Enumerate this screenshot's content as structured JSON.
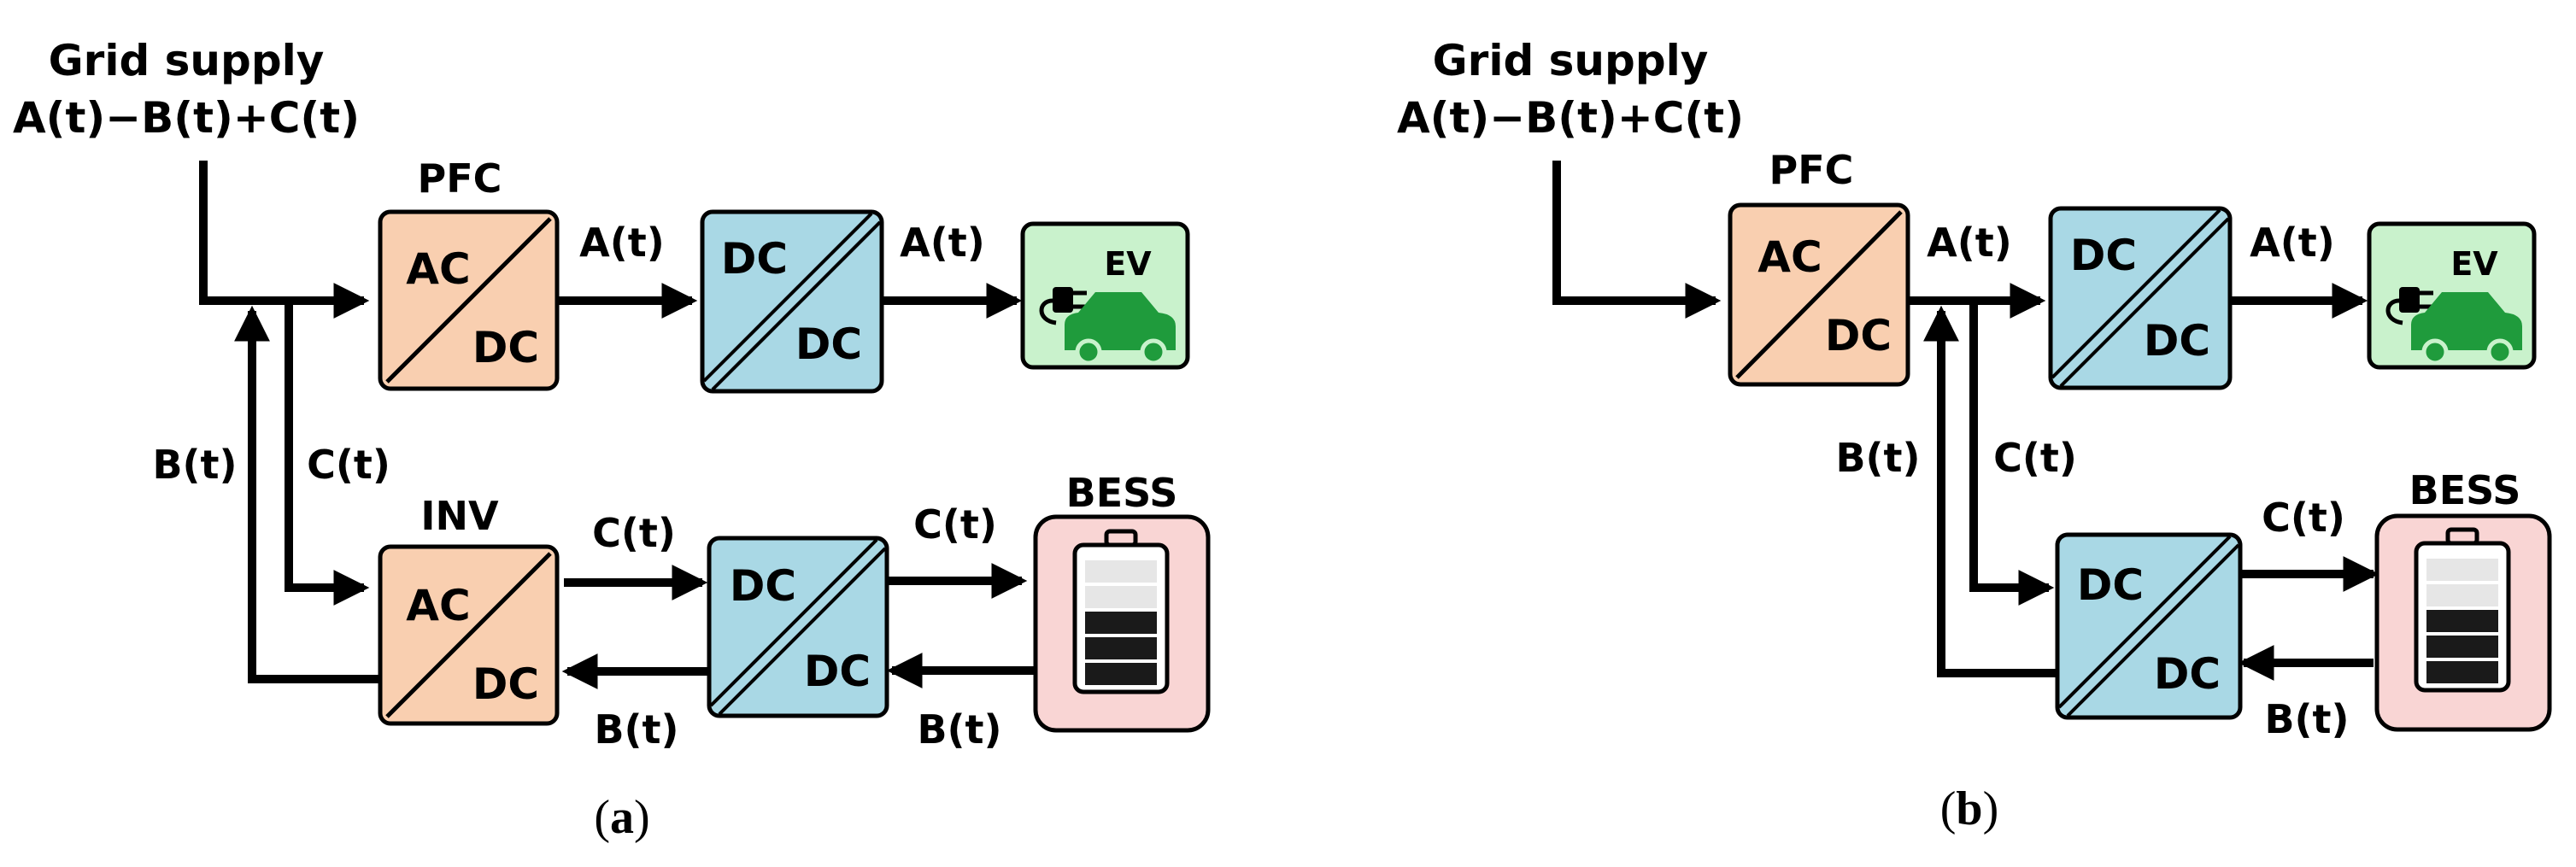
{
  "panel_a": {
    "grid_title": "Grid supply",
    "grid_formula": "A(t)−B(t)+C(t)",
    "pfc": {
      "title": "PFC",
      "in_label": "AC",
      "out_label": "DC"
    },
    "dcdc_top": {
      "in_label": "DC",
      "out_label": "DC"
    },
    "ev": {
      "label": "EV"
    },
    "inv": {
      "title": "INV",
      "in_label": "AC",
      "out_label": "DC"
    },
    "dcdc_bottom": {
      "in_label": "DC",
      "out_label": "DC"
    },
    "bess": {
      "title": "BESS"
    },
    "flows": {
      "pfc_to_dcdc": "A(t)",
      "dcdc_to_ev": "A(t)",
      "return": "B(t)",
      "feed": "C(t)",
      "inv_to_dcdc": "C(t)",
      "dcdc_to_bess": "C(t)",
      "dcdc_to_inv": "B(t)",
      "bess_to_dcdc": "B(t)"
    },
    "caption_open": "(",
    "caption_letter": "a",
    "caption_close": ")"
  },
  "panel_b": {
    "grid_title": "Grid supply",
    "grid_formula": "A(t)−B(t)+C(t)",
    "pfc": {
      "title": "PFC",
      "in_label": "AC",
      "out_label": "DC"
    },
    "dcdc_top": {
      "in_label": "DC",
      "out_label": "DC"
    },
    "ev": {
      "label": "EV"
    },
    "dcdc_bottom": {
      "in_label": "DC",
      "out_label": "DC"
    },
    "bess": {
      "title": "BESS"
    },
    "flows": {
      "pfc_out": "A(t)",
      "dcdc_to_ev": "A(t)",
      "return": "B(t)",
      "feed": "C(t)",
      "dcdc_to_bess": "C(t)",
      "bess_to_dcdc": "B(t)"
    },
    "caption_open": "(",
    "caption_letter": "b",
    "caption_close": ")"
  },
  "colors": {
    "acdc_fill": "#f9cfb0",
    "dcdc_fill": "#a9d8e5",
    "ev_fill": "#c9f2cc",
    "ev_car": "#1f9b3c",
    "bess_fill": "#f9d5d4",
    "battery_empty": "#e6e6e6",
    "battery_full": "#1a1a1a"
  }
}
